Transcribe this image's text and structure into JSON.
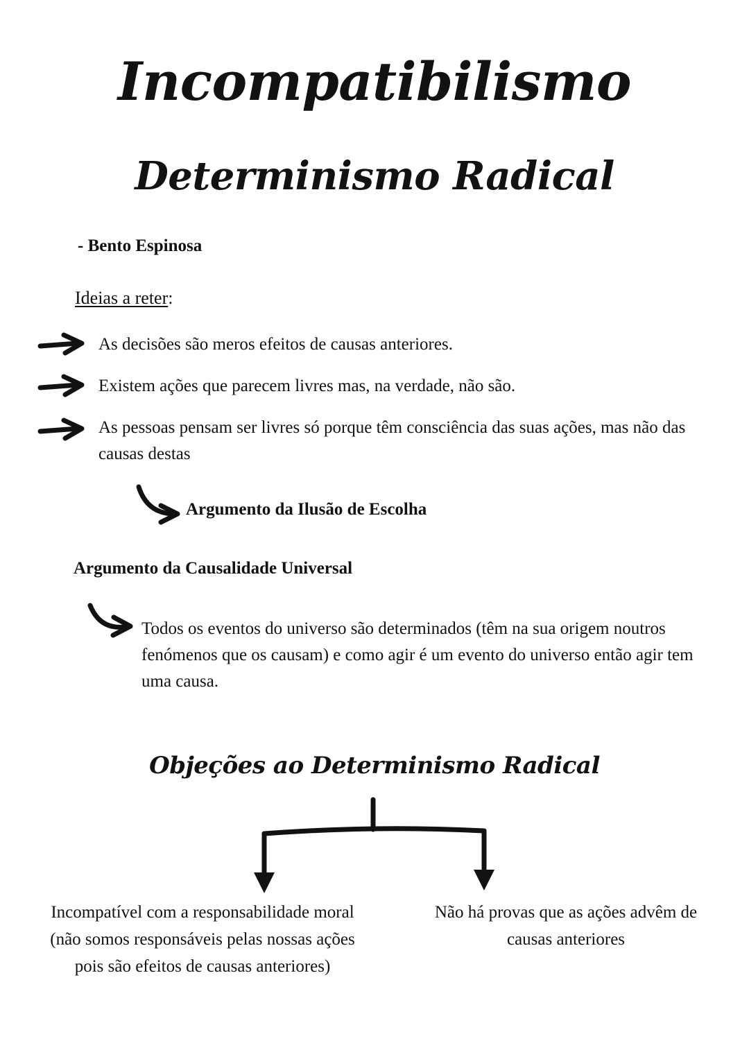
{
  "document": {
    "title_main": "Incompatibilismo",
    "title_sub": "Determinismo Radical",
    "author_line": "- Bento Espinosa",
    "ideas_label_underlined": "Ideias a reter",
    "ideas_label_suffix": ":",
    "ideas": [
      "As decisões são meros efeitos de causas anteriores.",
      "Existem ações que parecem livres mas, na verdade, não são.",
      "As pessoas pensam ser livres só porque têm consciência das suas ações, mas não das causas destas"
    ],
    "illusion_argument": "Argumento da Ilusão de Escolha",
    "causality_argument_heading": "Argumento da Causalidade Universal",
    "causality_argument_body": "Todos os eventos do universo são determinados (têm na sua origem noutros fenómenos que os causam) e como agir é um evento do universo então agir tem uma causa.",
    "objections_title": "Objeções ao Determinismo Radical",
    "objections": [
      "Incompatível com a responsabilidade moral (não somos responsáveis pelas nossas ações pois são efeitos de causas anteriores)",
      "Não há provas que as ações advêm de causas anteriores"
    ]
  },
  "style": {
    "ink_color": "#121212",
    "page_background": "#ffffff"
  },
  "icons": {
    "arrow_right": "arrow-right-icon",
    "arrow_curved": "curved-arrow-icon",
    "arrow_down": "arrow-down-icon",
    "bracket": "branch-bracket-icon"
  }
}
